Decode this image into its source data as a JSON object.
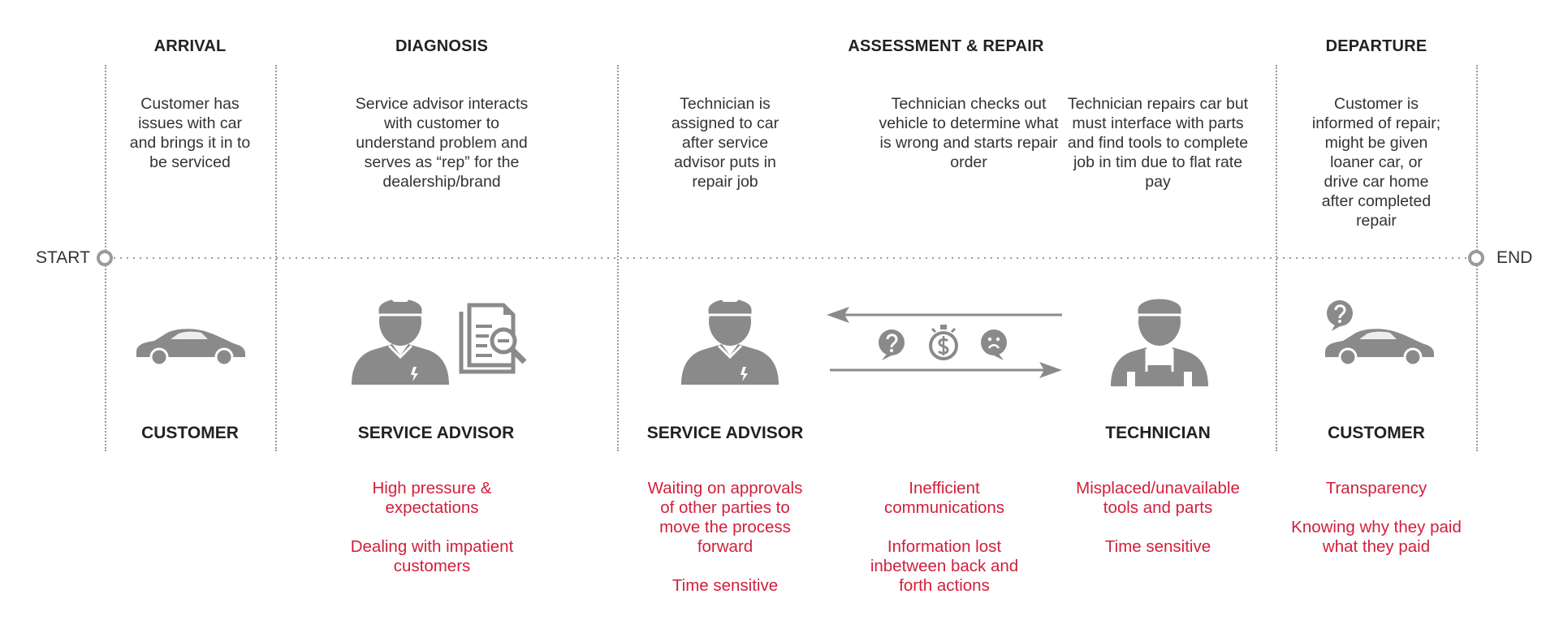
{
  "colors": {
    "text": "#333333",
    "accent_red": "#d11f3b",
    "icon_gray": "#8a8a8a",
    "line_gray": "#9a9a9a"
  },
  "timeline": {
    "start_label": "START",
    "end_label": "END"
  },
  "phases": [
    {
      "label": "ARRIVAL"
    },
    {
      "label": "DIAGNOSIS"
    },
    {
      "label": "ASSESSMENT & REPAIR"
    },
    {
      "label": "DEPARTURE"
    }
  ],
  "steps": [
    {
      "text": "Customer has issues with car and brings it in to be serviced"
    },
    {
      "text": "Service advisor interacts with customer to understand problem and serves as “rep” for the dealership/brand"
    },
    {
      "text": "Technician is assigned to car after service advisor puts in repair job"
    },
    {
      "text": "Technician checks out vehicle to determine what is wrong and starts repair order"
    },
    {
      "text": "Technician repairs car but must interface with parts and find tools to complete job in tim due to flat rate pay"
    },
    {
      "text": "Customer is informed of repair; might be given loaner car, or drive car home after completed repair"
    }
  ],
  "roles": [
    {
      "label": "CUSTOMER",
      "icon": "car-icon"
    },
    {
      "label": "SERVICE ADVISOR",
      "icon": "service-advisor-icon"
    },
    {
      "label": "SERVICE ADVISOR",
      "icon": "service-advisor-icon"
    },
    {
      "label": "TECHNICIAN",
      "icon": "technician-icon"
    },
    {
      "label": "CUSTOMER",
      "icon": "car-question-icon"
    }
  ],
  "exchange_icons": [
    "question-icon",
    "stopwatch-money-icon",
    "frown-icon"
  ],
  "pain_points": {
    "diagnosis": [
      "High pressure & expectations",
      "Dealing with impatient customers"
    ],
    "advisor": [
      "Waiting on approvals of other parties to move the process forward",
      "Time sensitive"
    ],
    "communication": [
      "Inefficient communications",
      "Information lost inbetween back and forth actions"
    ],
    "technician": [
      "Misplaced/unavailable tools and parts",
      "Time sensitive"
    ],
    "departure": [
      "Transparency",
      "Knowing why they paid what they paid"
    ]
  }
}
